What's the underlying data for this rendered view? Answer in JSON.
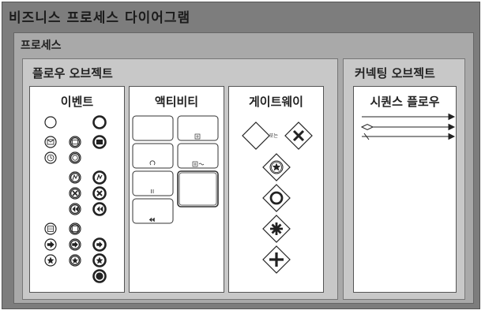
{
  "diagram_title": "비즈니스 프로세스 다이어그램",
  "process": {
    "label": "프로세스"
  },
  "flow_objects": {
    "label": "플로우 오브젝트",
    "events": {
      "label": "이벤트"
    },
    "activities": {
      "label": "액티비티"
    },
    "gateways": {
      "label": "게이트웨이",
      "or_label": "또는"
    }
  },
  "connecting_objects": {
    "label": "커넥팅 오브젝트",
    "sequence_flow": {
      "label": "시퀀스 플로우"
    }
  },
  "colors": {
    "frame": "#7d7d7d",
    "process": "#a9a9a9",
    "panel": "#c8c8c8",
    "stroke": "#222222"
  }
}
